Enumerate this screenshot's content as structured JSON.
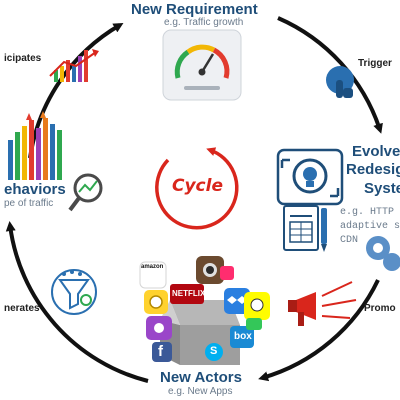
{
  "center_label": "Cycle",
  "nodes": {
    "top": {
      "title": "New Requirement",
      "subtitle": "e.g. Traffic growth"
    },
    "right": {
      "title_lines": [
        "Evolve",
        "Redesig",
        "Syste"
      ],
      "subtitle_lines": [
        "e.g. HTTP",
        "adaptive s",
        "CDN"
      ]
    },
    "bottom": {
      "title": "New Actors",
      "subtitle": "e.g. New Apps"
    },
    "left": {
      "title": "ehaviors",
      "subtitle": "pe of traffic"
    }
  },
  "edge_labels": {
    "top_left": "icipates",
    "top_right": "Trigger",
    "bottom_right": "Promo",
    "bottom_left": "nerates"
  },
  "app_icons": [
    {
      "name": "amazon-icon",
      "text": "amazon"
    },
    {
      "name": "netflix-icon",
      "text": "NETFLIX"
    },
    {
      "name": "box-icon",
      "text": "box"
    },
    {
      "name": "facebook-icon",
      "text": "f"
    },
    {
      "name": "skype-icon",
      "text": "S"
    }
  ],
  "colors": {
    "arrow": "#111111",
    "title_blue": "#1f4e79",
    "cycle_red": "#d9261c",
    "gauge_green": "#2fa84f",
    "gauge_yellow": "#f2b705",
    "gauge_red": "#e23b2e",
    "trigger_blue": "#2a6fb0",
    "megaphone_red": "#d9261c"
  }
}
